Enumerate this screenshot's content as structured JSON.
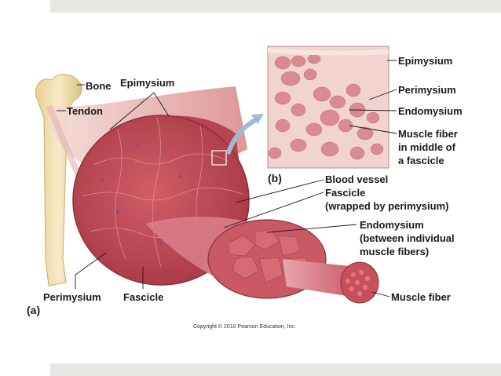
{
  "labels_a": {
    "bone": "Bone",
    "epimysium": "Epimysium",
    "tendon": "Tendon",
    "blood_vessel": "Blood vessel",
    "fascicle": "Fascicle",
    "fascicle_note": "(wrapped by perimysium)",
    "endomysium": "Endomysium",
    "endomysium_note_1": "(between individual",
    "endomysium_note_2": "muscle fibers)",
    "muscle_fiber": "Muscle fiber",
    "perimysium": "Perimysium",
    "fascicle_bottom": "Fascicle",
    "panel_a": "(a)"
  },
  "labels_b": {
    "epimysium": "Epimysium",
    "perimysium": "Perimysium",
    "endomysium": "Endomysium",
    "muscle_fiber_1": "Muscle fiber",
    "muscle_fiber_2": "in middle of",
    "muscle_fiber_3": "a fascicle",
    "panel_b": "(b)"
  },
  "copyright": "Copyright © 2010 Pearson Education, Inc.",
  "colors": {
    "muscle": "#c8505a",
    "muscle_dark": "#9e3440",
    "tendon": "#e9c7c1",
    "bone": "#f0dfb0",
    "micro_bg": "#f1d4cf",
    "micro_cell": "#d98a92",
    "band": "#e7e8e4"
  }
}
